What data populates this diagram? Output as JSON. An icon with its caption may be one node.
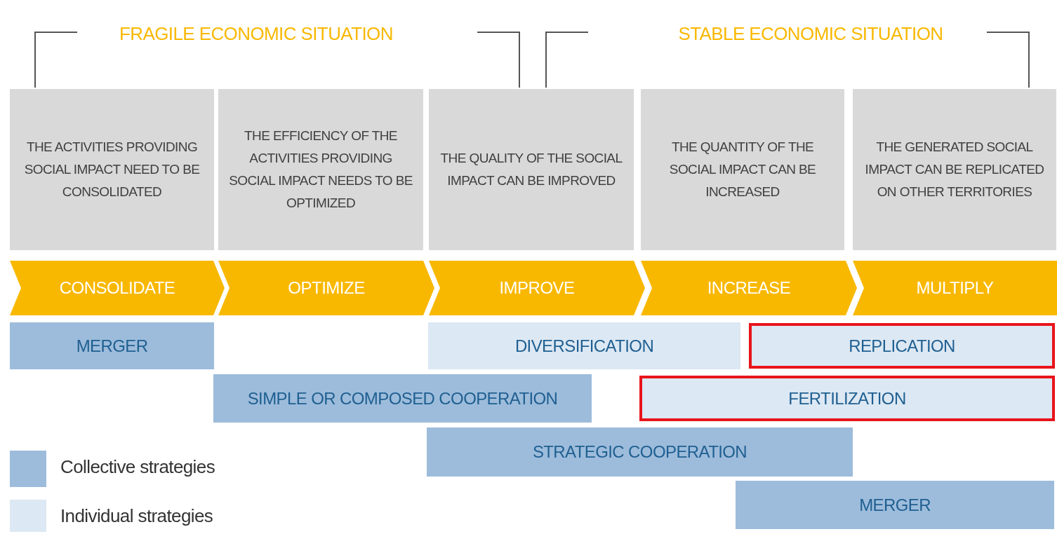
{
  "diagram": {
    "nodes": [
      {
        "text": [
          "THE ACTIVITIES PROVIDING SOCIAL IMPACT NEED TO BE CONSOLIDATED"
        ]
      },
      {
        "text": [
          "THE EFFICIENCY OF THE ACTIVITIES PROVIDING SOCIAL IMPACT NEEDS TO BE OPTIMIZED"
        ]
      },
      {
        "text": [
          "THE QUALITY OF THE SOCIAL IMPACT CAN BE IMPROVED"
        ]
      },
      {
        "text": [
          "THE QUANTITY OF THE SOCIAL IMPACT CAN BE INCREASED"
        ]
      },
      {
        "text": [
          "THE GENERATED SOCIAL IMPACT CAN BE REPLICATED ON OTHER TERRITORIES"
        ]
      },
      {
        "text": [
          "CONSOLIDATE"
        ]
      },
      {
        "text": [
          "OPTIMIZE"
        ]
      },
      {
        "text": [
          "IMPROVE"
        ]
      },
      {
        "text": [
          "INCREASE"
        ]
      },
      {
        "text": [
          "MULTIPLY"
        ]
      },
      {
        "text": [
          "MERGER"
        ]
      },
      {
        "text": [
          "DIVERSIFICATION"
        ]
      },
      {
        "text": [
          "REPLICATION"
        ]
      },
      {
        "text": [
          "SIMPLE OR COMPOSED COOPERATION"
        ]
      },
      {
        "text": [
          "FERTILIZATION"
        ]
      },
      {
        "text": [
          "STRATEGIC COOPERATION"
        ]
      },
      {
        "text": [
          "MERGER"
        ]
      }
    ],
    "edges": [],
    "labels": [
      "FRAGILE ECONOMIC SITUATION",
      "STABLE ECONOMIC SITUATION"
    ],
    "legend": [
      {
        "text": "Collective strategies",
        "color": "#9dbcdb"
      },
      {
        "text": "Individual strategies",
        "color": "#dce8f3"
      }
    ]
  }
}
